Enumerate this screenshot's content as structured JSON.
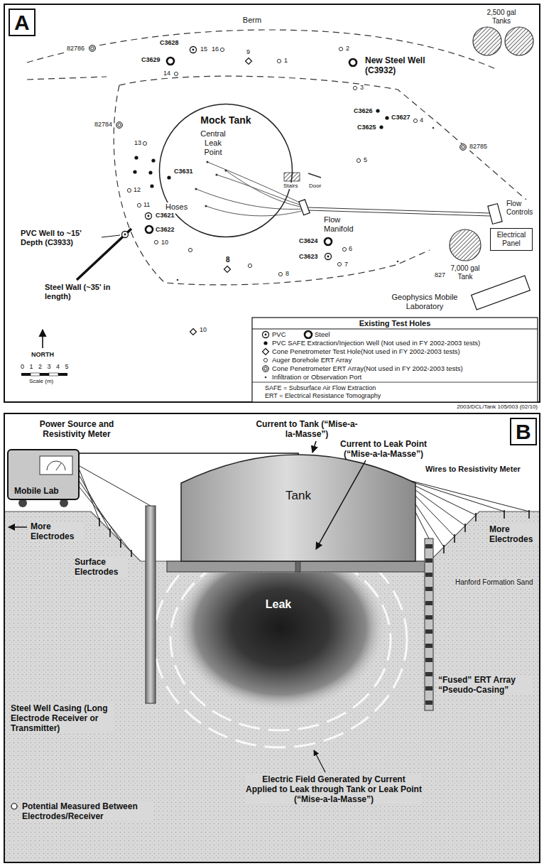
{
  "diagram": {
    "nodes": [
      {
        "text": [
          "A"
        ]
      },
      {
        "text": [
          "Mock Tank"
        ]
      },
      {
        "text": [
          "Electrical Panel"
        ]
      },
      {
        "text": [
          "B"
        ]
      },
      {
        "text": [
          "Mobile Lab"
        ]
      },
      {
        "text": [
          "Tank"
        ]
      }
    ],
    "edges": [
      {
        "from": 4,
        "to": 5,
        "arrow": "none"
      }
    ],
    "labels": [
      "Berm",
      "2,500 gal Tanks",
      "New Steel Well (C3932)",
      "82786",
      "C3628",
      "15",
      "C3629",
      "14",
      "16",
      "9",
      "1",
      "2",
      "3",
      "C3626",
      "C3627",
      "4",
      "C3625",
      "82784",
      "13",
      "82785",
      "C3631",
      "5",
      "12",
      "11",
      "C3621",
      "C3622",
      "10",
      "PVC Well to ~15' Depth (C3933)",
      "Steel Wall (~35' in length)",
      "C3624",
      "6",
      "C3623",
      "7",
      "8",
      "8",
      "82787",
      "10",
      "Central Leak Point",
      "Hoses",
      "Stairs",
      "Door",
      "Flow Manifold",
      "Flow Controls",
      "7,000 gal Tank",
      "Geophysics Mobile Laboratory",
      "NORTH",
      "0 1 2 3 4 5",
      "Scale (m)",
      "Existing Test Holes",
      "SAFE = Subsurface Air Flow Extraction",
      "ERT = Electrical Resistance Tomography",
      "2003/DCL/Tank 105/003 (02/10)",
      "Power Source and Resistivity Meter",
      "Current to Tank (“Mise-a-la-Masse”)",
      "Current to Leak Point (“Mise-a-la-Masse”)",
      "Wires to Resistivity Meter",
      "More Electrodes",
      "More Electrodes",
      "Surface Electrodes",
      "Hanford Formation Sand",
      "Leak",
      "“Fused” ERT Array “Pseudo-Casing”",
      "Steel Well Casing (Long Electrode Receiver or Transmitter)",
      "Electric Field Generated by Current Applied to Leak through Tank or Leak Point (“Mise-a-la-Masse”)",
      "Potential Measured Between Electrodes/Receiver"
    ],
    "legend": [
      {
        "text": "PVC"
      },
      {
        "text": "Steel"
      },
      {
        "text": "PVC SAFE Extraction/Injection Well (Not used in FY 2002-2003 tests)"
      },
      {
        "text": "Cone Penetrometer Test Hole(Not used in FY 2002-2003 tests)"
      },
      {
        "text": "Auger Borehole ERT Array"
      },
      {
        "text": "Cone Penetrometer ERT Array(Not used in FY 2002-2003 tests)"
      },
      {
        "text": "Infiltration or Observation Port"
      }
    ]
  }
}
